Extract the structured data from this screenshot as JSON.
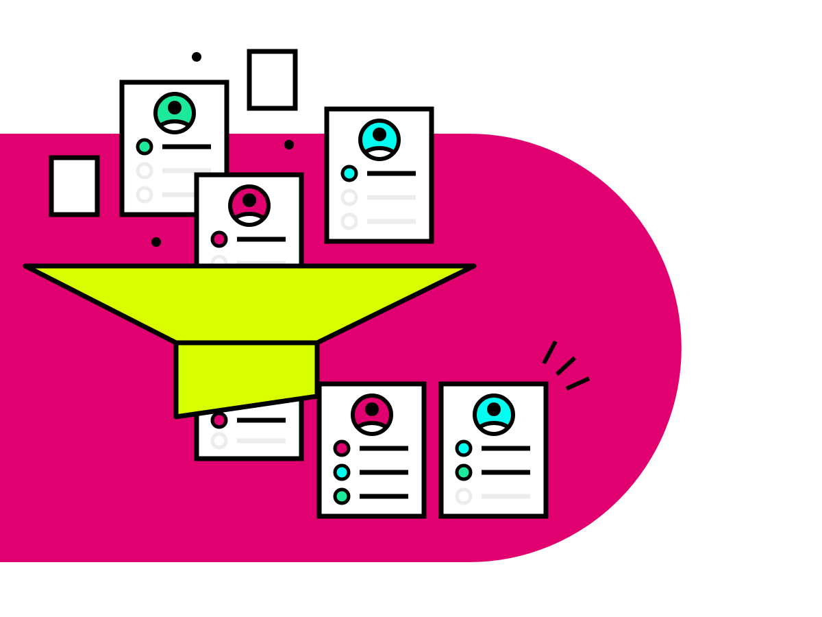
{
  "colors": {
    "background": "#ffffff",
    "blob": "#e0006f",
    "funnel": "#d8ff00",
    "outline": "#000000",
    "green": "#1de99b",
    "cyan": "#00fff0",
    "magenta": "#e0006f",
    "inactive": "#ececec"
  },
  "cards": [
    {
      "name": "resume-card-green",
      "avatar": "green",
      "bullets": [
        "green",
        "inactive",
        "inactive"
      ]
    },
    {
      "name": "resume-card-cyan-top",
      "avatar": "cyan",
      "bullets": [
        "cyan",
        "inactive",
        "inactive"
      ]
    },
    {
      "name": "resume-card-entering-funnel",
      "avatar": "magenta",
      "bullets": [
        "magenta",
        "inactive",
        "inactive"
      ]
    },
    {
      "name": "resume-card-exiting-funnel",
      "avatar": "magenta",
      "bullets": [
        "magenta",
        "inactive"
      ]
    },
    {
      "name": "resume-card-selected-magenta",
      "avatar": "magenta",
      "bullets": [
        "magenta",
        "cyan",
        "green"
      ]
    },
    {
      "name": "resume-card-selected-cyan",
      "avatar": "cyan",
      "bullets": [
        "cyan",
        "green",
        "inactive"
      ]
    }
  ]
}
